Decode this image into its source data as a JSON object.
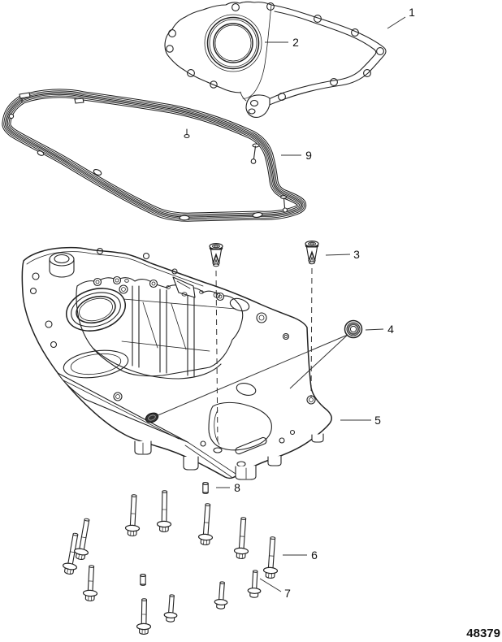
{
  "figure": {
    "number": "48379"
  },
  "callouts": [
    {
      "label": "1"
    },
    {
      "label": "2"
    },
    {
      "label": "3"
    },
    {
      "label": "4"
    },
    {
      "label": "5"
    },
    {
      "label": "6"
    },
    {
      "label": "7"
    },
    {
      "label": "8"
    },
    {
      "label": "9"
    }
  ]
}
